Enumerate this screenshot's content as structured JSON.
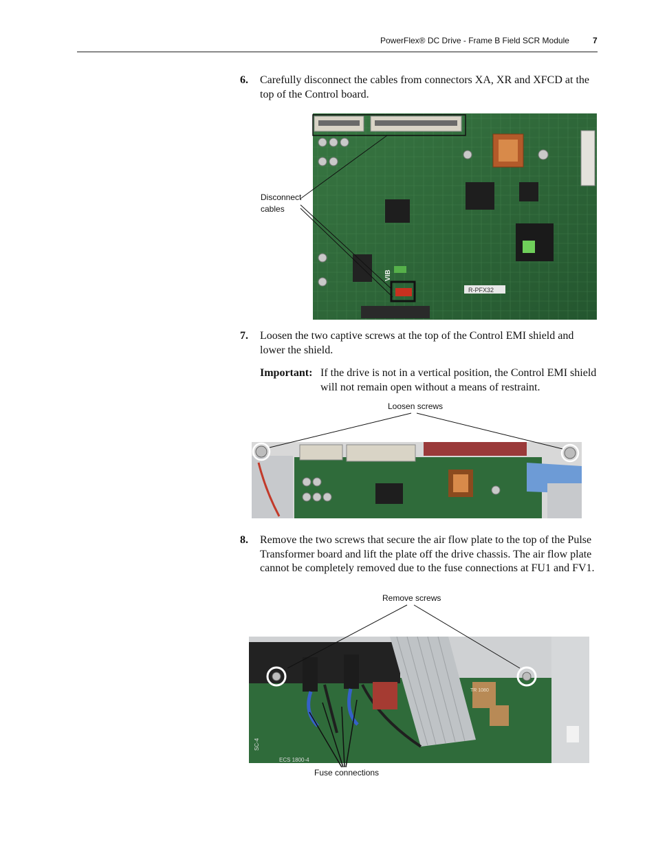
{
  "header": {
    "title": "PowerFlex® DC Drive - Frame B Field SCR Module",
    "page_number": "7"
  },
  "steps": [
    {
      "number": "6.",
      "text": "Carefully disconnect the cables from connectors XA, XR and XFCD at the top of the Control board."
    },
    {
      "number": "7.",
      "text": "Loosen the two captive screws at the top of the Control EMI shield and lower the shield."
    },
    {
      "number": "8.",
      "text": "Remove the two screws that secure the air flow plate to the top of the Pulse Transformer board and lift the plate off the drive chassis. The air flow plate cannot be completely removed due to the fuse connections at FU1 and FV1."
    }
  ],
  "important": {
    "label": "Important:",
    "text": "If the drive is not in a vertical position, the Control EMI shield will not remain open without a means of restraint."
  },
  "callouts": {
    "disconnect_line1": "Disconnect",
    "disconnect_line2": "cables",
    "loosen_screws": "Loosen screws",
    "remove_screws": "Remove screws",
    "fuse_connections": "Fuse connections"
  },
  "board_markings": {
    "vib": "VIB",
    "part_number": "R-PFX32",
    "ecs": "ECS 1800-4",
    "sc4": "SC-4",
    "tr1": "TR 1080"
  },
  "colors": {
    "pcb_green": "#2f6b3a",
    "callout_box": "#111111",
    "connector_red": "#c8311f",
    "ribbon_grey": "#bfc3c6"
  }
}
